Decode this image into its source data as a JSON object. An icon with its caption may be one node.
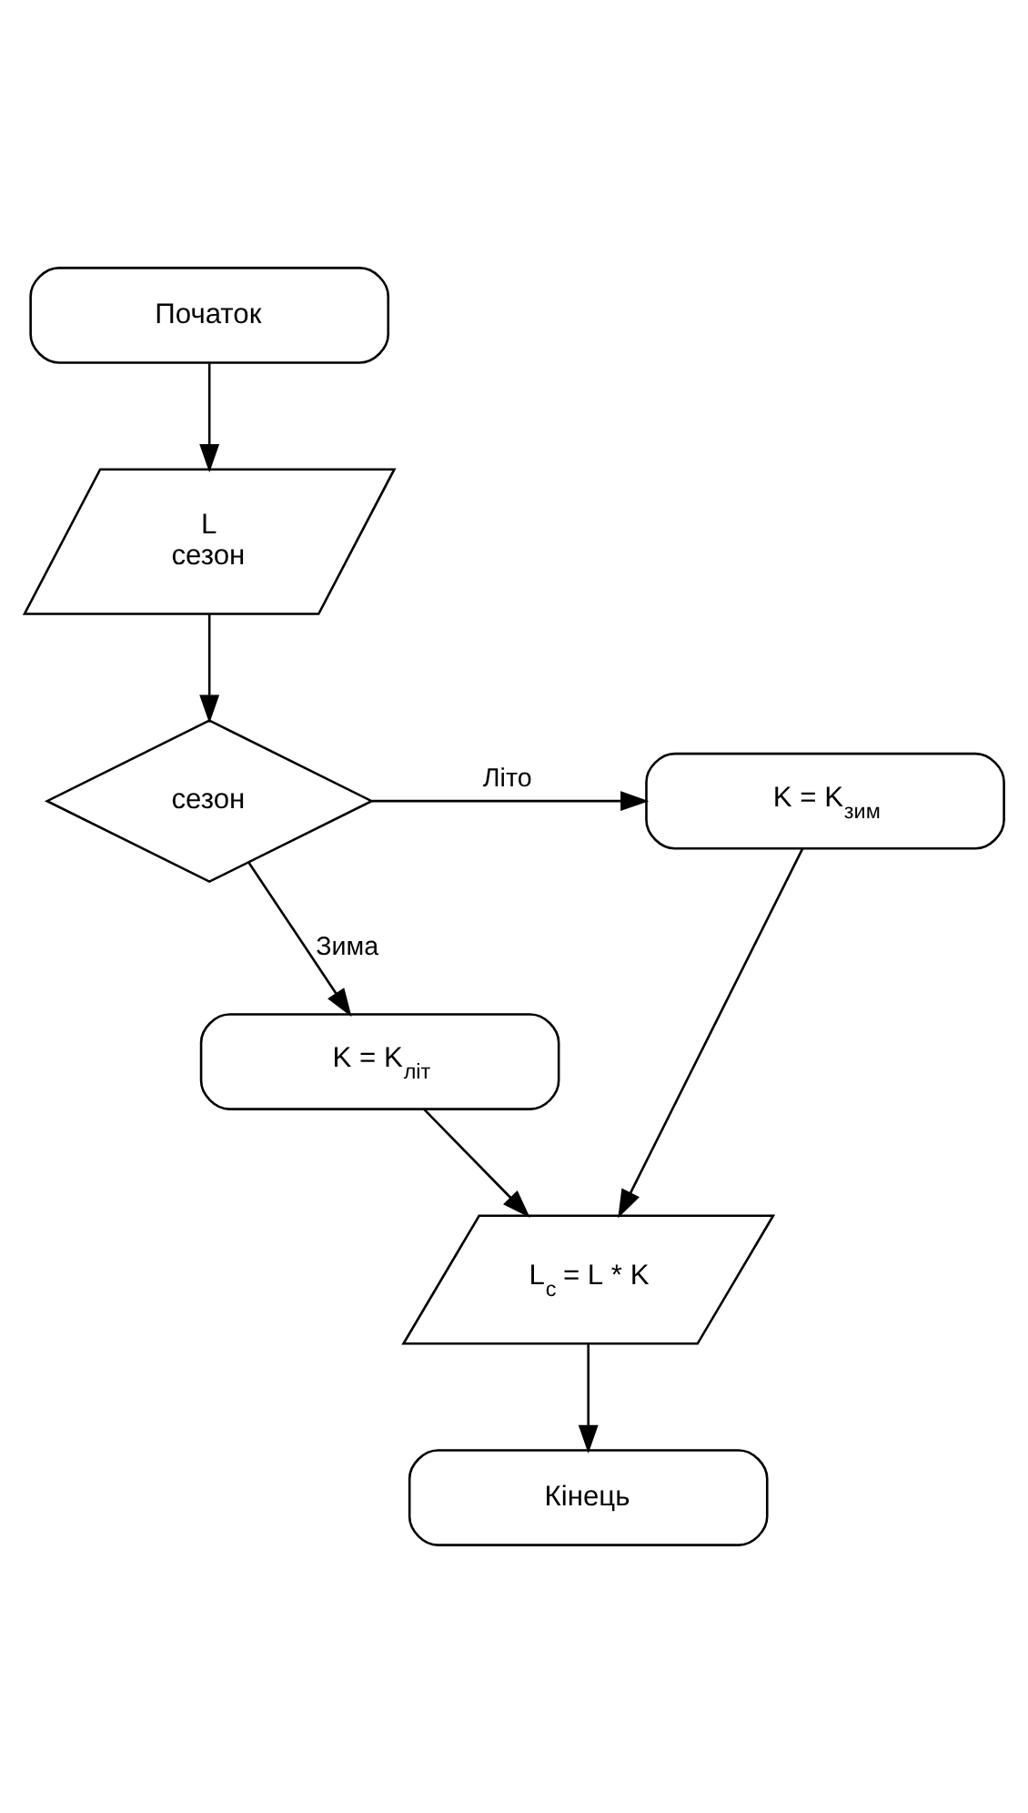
{
  "diagram": {
    "nodes": [
      {
        "text": [
          "Початок"
        ]
      },
      {
        "text": [
          "L",
          "сезон"
        ]
      },
      {
        "text": [
          "сезон"
        ]
      },
      {
        "text": [
          "K = K$_{зим}$"
        ]
      },
      {
        "text": [
          "K = K$_{літ}$"
        ]
      },
      {
        "text": [
          "L$_{c}$ = L * K"
        ]
      },
      {
        "text": [
          "Кінець"
        ]
      }
    ],
    "edges": [
      {
        "from": 0,
        "to": 1,
        "arrow": "to"
      },
      {
        "from": 1,
        "to": 2,
        "arrow": "to"
      },
      {
        "from": 2,
        "to": 3,
        "arrow": "to",
        "label": "Літо"
      },
      {
        "from": 2,
        "to": 4,
        "arrow": "to",
        "label": "Зима"
      },
      {
        "from": 4,
        "to": 5,
        "arrow": "to"
      },
      {
        "from": 3,
        "to": 5,
        "arrow": "to"
      },
      {
        "from": 5,
        "to": 6,
        "arrow": "to"
      }
    ]
  }
}
